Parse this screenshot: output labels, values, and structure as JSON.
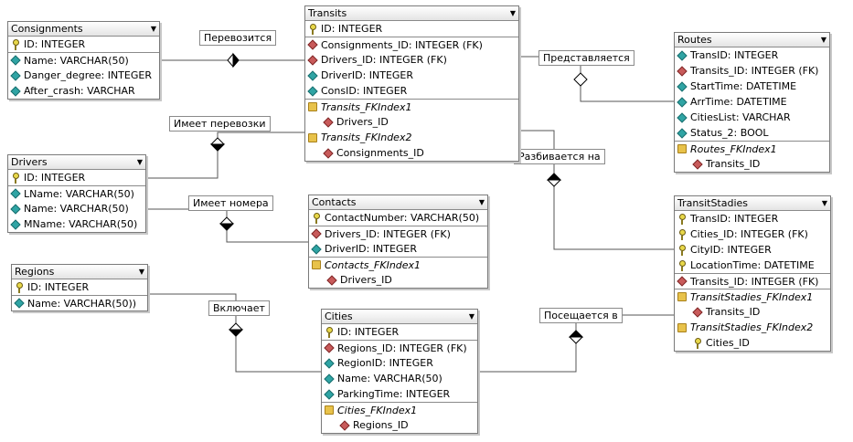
{
  "tables": {
    "consignments": {
      "title": "Consignments",
      "columns": [
        "ID: INTEGER",
        "Name: VARCHAR(50)",
        "Danger_degree: INTEGER",
        "After_crash: VARCHAR"
      ]
    },
    "transits": {
      "title": "Transits",
      "columns": [
        "ID: INTEGER",
        "Consignments_ID: INTEGER (FK)",
        "Drivers_ID: INTEGER (FK)",
        "DriverID: INTEGER",
        "ConsID: INTEGER"
      ],
      "indexes": [
        {
          "name": "Transits_FKIndex1",
          "col": "Drivers_ID"
        },
        {
          "name": "Transits_FKIndex2",
          "col": "Consignments_ID"
        }
      ]
    },
    "routes": {
      "title": "Routes",
      "columns": [
        "TransID: INTEGER",
        "Transits_ID: INTEGER (FK)",
        "StartTime: DATETIME",
        "ArrTime: DATETIME",
        "CitiesList: VARCHAR",
        "Status_2: BOOL"
      ],
      "indexes": [
        {
          "name": "Routes_FKIndex1",
          "col": "Transits_ID"
        }
      ]
    },
    "drivers": {
      "title": "Drivers",
      "columns": [
        "ID: INTEGER",
        "LName: VARCHAR(50)",
        "Name: VARCHAR(50)",
        "MName: VARCHAR(50)"
      ]
    },
    "contacts": {
      "title": "Contacts",
      "columns": [
        "ContactNumber: VARCHAR(50)",
        "Drivers_ID: INTEGER (FK)",
        "DriverID: INTEGER"
      ],
      "indexes": [
        {
          "name": "Contacts_FKIndex1",
          "col": "Drivers_ID"
        }
      ]
    },
    "transitstadies": {
      "title": "TransitStadies",
      "columns": [
        "TransID: INTEGER",
        "Cities_ID: INTEGER (FK)",
        "CityID: INTEGER",
        "LocationTime: DATETIME",
        "Transits_ID: INTEGER (FK)"
      ],
      "indexes": [
        {
          "name": "TransitStadies_FKIndex1",
          "col": "Transits_ID"
        },
        {
          "name": "TransitStadies_FKIndex2",
          "col": "Cities_ID"
        }
      ]
    },
    "regions": {
      "title": "Regions",
      "columns": [
        "ID: INTEGER",
        "Name: VARCHAR(50))"
      ]
    },
    "cities": {
      "title": "Cities",
      "columns": [
        "ID: INTEGER",
        "Regions_ID: INTEGER (FK)",
        "RegionID: INTEGER",
        "Name: VARCHAR(50)",
        "ParkingTime: INTEGER"
      ],
      "indexes": [
        {
          "name": "Cities_FKIndex1",
          "col": "Regions_ID"
        }
      ]
    }
  },
  "relations": {
    "perevozitsya": "Перевозится",
    "imeet_perevozki": "Имеет перевозки",
    "imeet_nomera": "Имеет номера",
    "predstavlyaetsya": "Представляется",
    "razbivaetsya_na": "Разбивается на",
    "vklyuchaet": "Включает",
    "poseshchaetsya_v": "Посещается в"
  },
  "dropdown_glyph": "▼"
}
